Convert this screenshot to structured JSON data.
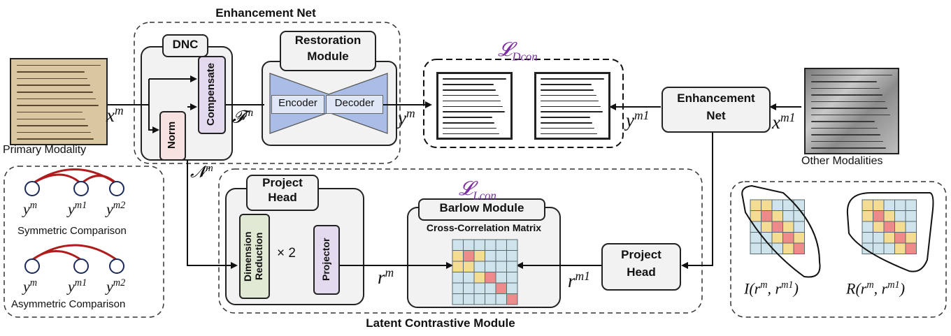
{
  "titles": {
    "enhancement_net": "Enhancement Net",
    "latent_contrastive_module": "Latent Contrastive Module",
    "dnc": "DNC",
    "restoration_module": [
      "Restoration",
      "Module"
    ],
    "project_head_left": [
      "Project",
      "Head"
    ],
    "project_head_right": [
      "Project",
      "Head"
    ],
    "enhancement_net_right": [
      "Enhancement",
      "Net"
    ],
    "barlow_module": "Barlow Module",
    "cross_correlation_matrix": "Cross-Correlation Matrix"
  },
  "blocks": {
    "norm": "Norm",
    "compensate": "Compensate",
    "encoder": "Encoder",
    "decoder": "Decoder",
    "dimension_reduction": [
      "Dimension",
      "Reduction"
    ],
    "times_two": "× 2",
    "projector": "Projector"
  },
  "captions": {
    "primary_modality": "Primary Modality",
    "other_modalities": "Other Modalities",
    "symmetric_comparison": "Symmetric Comparison",
    "asymmetric_comparison": "Asymmetric Comparison"
  },
  "math": {
    "x_m": {
      "base": "x",
      "sup": "m"
    },
    "F_m": {
      "base": "𝓕",
      "sup": "m"
    },
    "N_m": {
      "base": "𝓝",
      "sup": "m"
    },
    "y_m": {
      "base": "y",
      "sup": "m"
    },
    "y_m1": {
      "base": "y",
      "sup": "m1"
    },
    "x_m1": {
      "base": "x",
      "sup": "m1"
    },
    "r_m": {
      "base": "r",
      "sup": "m"
    },
    "r_m1": {
      "base": "r",
      "sup": "m1"
    },
    "loss_dcon": {
      "base": "𝓛",
      "sub": "Dcon"
    },
    "loss_lcon": {
      "base": "𝓛",
      "sub": "Lcon"
    },
    "I_func": "I(r",
    "R_func": "R(r"
  },
  "comparison_nodes": {
    "symmetric": [
      {
        "base": "y",
        "sup": "m"
      },
      {
        "base": "y",
        "sup": "m1"
      },
      {
        "base": "y",
        "sup": "m2"
      }
    ],
    "asymmetric": [
      {
        "base": "y",
        "sup": "m"
      },
      {
        "base": "y",
        "sup": "m1"
      },
      {
        "base": "y",
        "sup": "m2"
      }
    ]
  },
  "matrix": {
    "size": 6,
    "main": [
      [
        "D",
        "B",
        "B",
        "B",
        "B",
        "B"
      ],
      [
        "Y",
        "R",
        "Y",
        "B",
        "B",
        "B"
      ],
      [
        "Y",
        "Y",
        "B",
        "B",
        "B",
        "B"
      ],
      [
        "B",
        "B",
        "Y",
        "R",
        "B",
        "B"
      ],
      [
        "B",
        "B",
        "B",
        "B",
        "R",
        "B"
      ],
      [
        "B",
        "B",
        "B",
        "B",
        "B",
        "R"
      ]
    ],
    "mini": [
      [
        "Y",
        "Y",
        "B",
        "B",
        "B"
      ],
      [
        "Y",
        "R",
        "Y",
        "B",
        "B"
      ],
      [
        "B",
        "Y",
        "R",
        "Y",
        "B"
      ],
      [
        "B",
        "B",
        "Y",
        "R",
        "Y"
      ],
      [
        "B",
        "B",
        "B",
        "Y",
        "R"
      ]
    ]
  },
  "colors": {
    "accent_red": "#b01c1c",
    "loss_purple": "#7b2fa3",
    "box_gray": "#f2f2f2",
    "restoration_blue": "#a9bde6",
    "norm_pink": "#f7e1e1",
    "compensate_lilac": "#e4daf0",
    "dimred_green": "#dfe9d3",
    "cell_blue": "#cfe3ea",
    "cell_yellow": "#f5dc93",
    "cell_red": "#ef8a8a"
  }
}
